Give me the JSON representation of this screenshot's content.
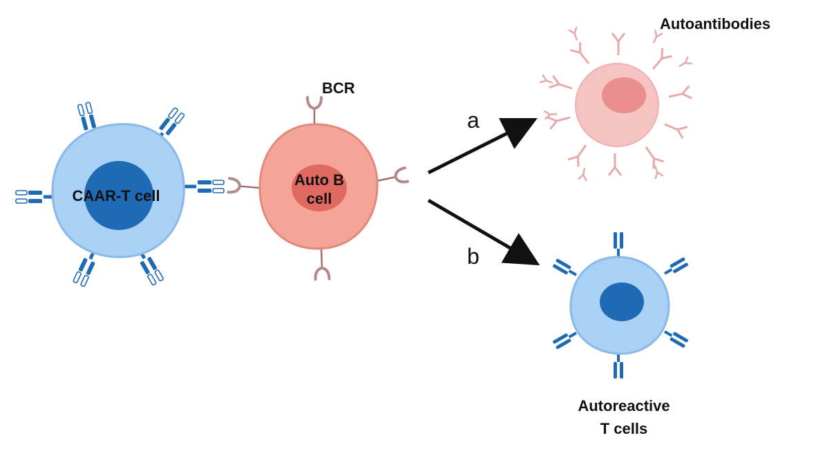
{
  "labels": {
    "caar_t_cell": "CAAR-T cell",
    "auto_b_cell_line1": "Auto B",
    "auto_b_cell_line2": "cell",
    "bcr": "BCR",
    "autoantibodies": "Autoantibodies",
    "autoreactive_line1": "Autoreactive",
    "autoreactive_line2": "T cells",
    "arrow_a": "a",
    "arrow_b": "b"
  },
  "colors": {
    "t_cell_body": "#a9d0f5",
    "t_cell_outline": "#8ab9e8",
    "t_cell_nucleus": "#1f6ab4",
    "receptor_blue": "#1f6ab4",
    "b_cell_body": "#f4a598",
    "b_cell_outline": "#e2897b",
    "b_cell_nucleus": "#e06a62",
    "bcr_color": "#b28a8a",
    "plasma_body": "#f6c3c3",
    "plasma_nucleus": "#e98f8f",
    "antibody_color": "#e8a9a9",
    "arrow_color": "#111111"
  }
}
